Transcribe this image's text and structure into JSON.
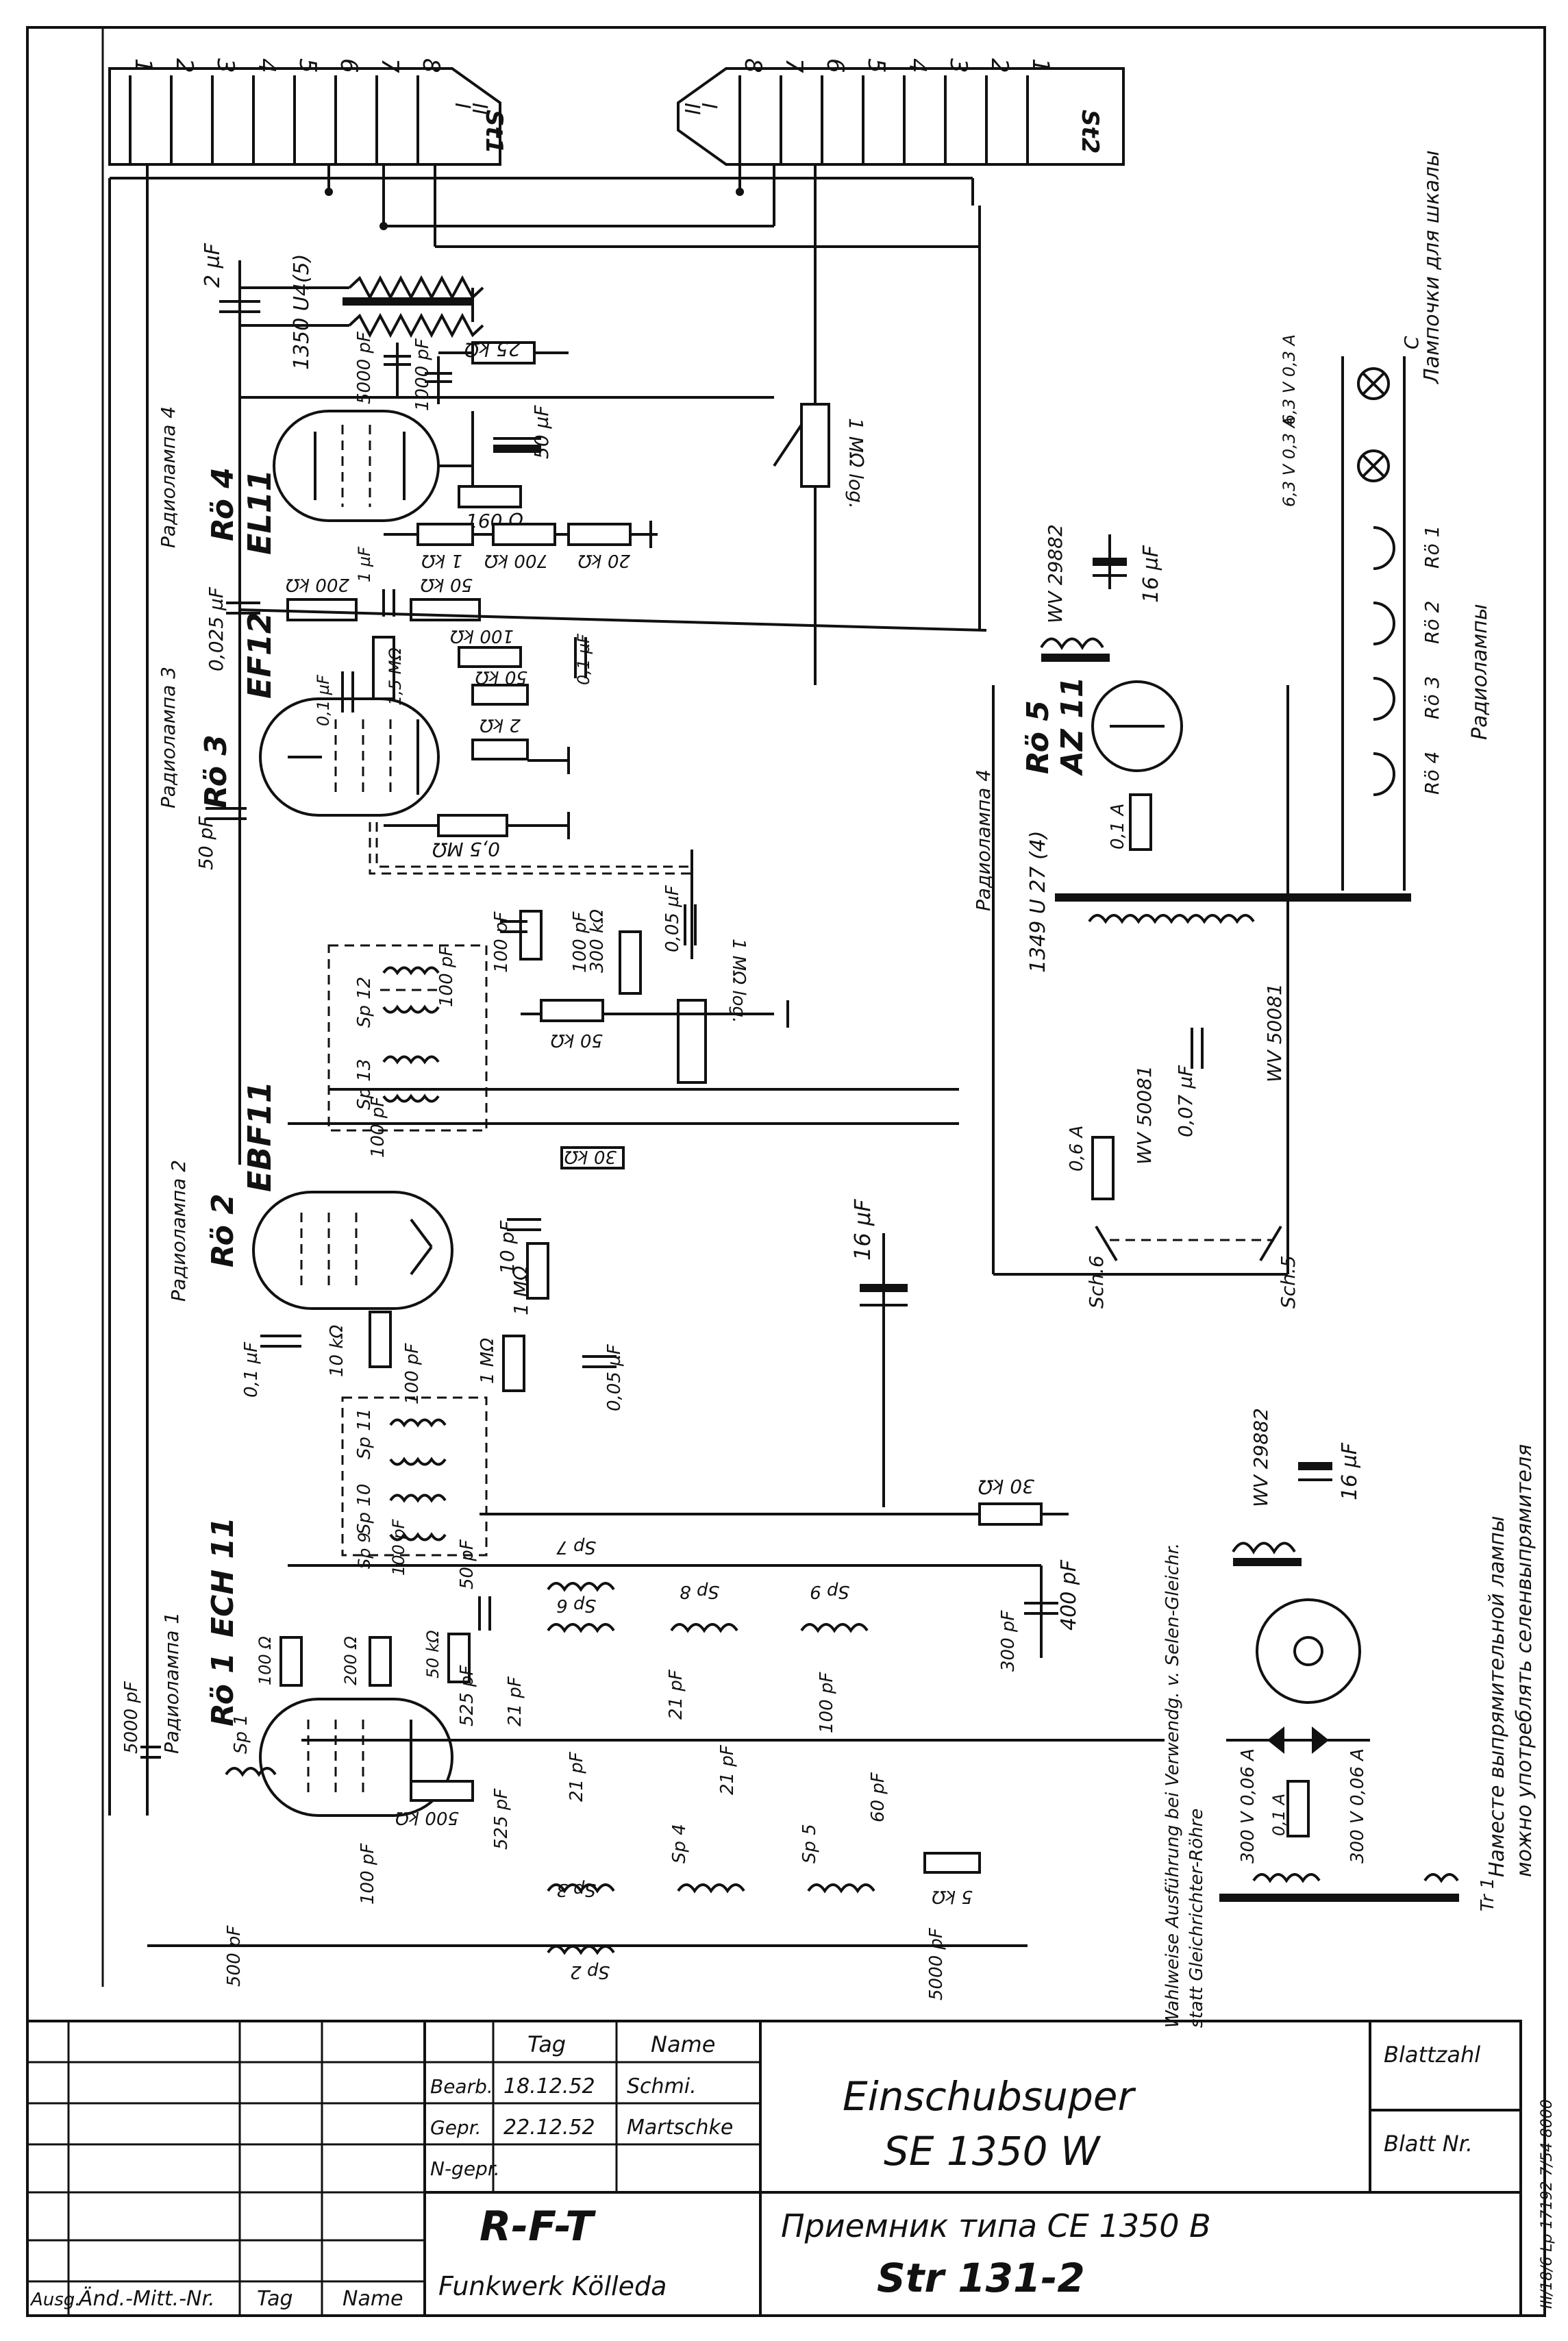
{
  "connectors": {
    "st1": {
      "name": "St1",
      "pins": [
        "1",
        "2",
        "3",
        "4",
        "5",
        "6",
        "7",
        "8"
      ],
      "groups": [
        "I",
        "II"
      ]
    },
    "st2": {
      "name": "St2",
      "pins": [
        "8",
        "7",
        "6",
        "5",
        "4",
        "3",
        "2",
        "1"
      ],
      "groups": [
        "II",
        "I"
      ]
    }
  },
  "tubes": {
    "ro4": {
      "ref": "Rö 4",
      "type": "EL11",
      "role": "Радиолампа 4"
    },
    "ro3": {
      "ref": "Rö 3",
      "type": "EF12",
      "role": "Радиолампа 3"
    },
    "ro2": {
      "ref": "Rö 2",
      "type": "EBF11",
      "role": "Радиолампа 2"
    },
    "ro1": {
      "ref": "Rö 1",
      "type": "ECH 11",
      "role": "Радиолампа 1"
    },
    "ro5": {
      "ref": "Rö 5",
      "type": "AZ 11",
      "role": "Радиолампа 4"
    }
  },
  "components": {
    "output_transformer": "1350 U4(5)",
    "c_2uF": "2 µF",
    "c_5000pF_a": "5000 pF",
    "c_1000pF_a": "1000 pF",
    "r_25k": "25 kΩ",
    "pot_1M_log": "1 MΩ log.",
    "c_50uF": "50 µF",
    "r_160": "160 Ω",
    "r_1k": "1 kΩ",
    "r_700k": "700 kΩ",
    "r_20k": "20 kΩ",
    "c_0025uF": "0,025 µF",
    "r_200k": "200 kΩ",
    "c_1uF": "1 µF",
    "r_50k_a": "50 kΩ",
    "r_15M": "1,5 MΩ",
    "c_01uF_a": "0,1 µF",
    "r_100k": "100 kΩ",
    "c_01uF_b": "0,1 µF",
    "r_50k_b": "50 kΩ",
    "r_2k": "2 kΩ",
    "c_50pF": "50 pF",
    "r_05M": "0,5 MΩ",
    "c_005uF_a": "0,05 µF",
    "pot_1M_log_b": "1 MΩ log.",
    "c_100pF_a": "100 pF",
    "c_100pF_b": "100 pF",
    "c_100pF_c": "100 pF",
    "r_300k": "300 kΩ",
    "r_50k_c": "50 kΩ",
    "sp12": "Sp 12",
    "sp13": "Sp 13",
    "c_100pF_d": "100 pF",
    "r_30k_a": "30 kΩ",
    "c_10pF": "10 pF",
    "r_1M_a": "1 MΩ",
    "c_16uF_a": "16 µF",
    "c_01uF_c": "0,1 µF",
    "r_10k": "10 kΩ",
    "r_1M_b": "1 MΩ",
    "c_005uF_b": "0,05 µF",
    "c_100pF_e": "100 pF",
    "sp11": "Sp 11",
    "sp10": "Sp 10",
    "sp9": "Sp 9",
    "c_100pF_f": "100 pF",
    "r_30k_b": "30 kΩ",
    "c_400pF": "400 pF",
    "sp7": "Sp 7",
    "sp6": "Sp 6",
    "sp8": "Sp 8",
    "sp9b": "Sp 9",
    "c_50pF_b": "50 pF",
    "r_100": "100 Ω",
    "r_200": "200 Ω",
    "r_50k_d": "50 kΩ",
    "c_525pF_a": "525 pF",
    "c_21pF_a": "21 pF",
    "c_21pF_b": "21 pF",
    "c_100pF_g": "100 pF",
    "c_300pF": "300 pF",
    "c_5000pF_b": "5000 pF",
    "c_100pF_h": "100 pF",
    "r_500k": "500 kΩ",
    "c_525pF_b": "525 pF",
    "c_21pF_c": "21 pF",
    "c_21pF_d": "21 pF",
    "c_60pF": "60 pF",
    "r_5k": "5 kΩ",
    "sp1": "Sp 1",
    "sp2": "Sp 2",
    "sp3": "Sp 3",
    "sp4": "Sp 4",
    "sp5": "Sp 5",
    "c_500pF": "500 pF",
    "c_5000pF_c": "5000 pF",
    "wv_a": "WV 29882",
    "c_16uF_b": "16 µF",
    "mains_transformer": "1349 U 27 (4)",
    "fuse_a": "0,1 A",
    "c_007uF": "0,07 µF",
    "wv_b": "WV 50081",
    "wv_c": "WV 50081",
    "fuse_b": "0,6 A",
    "sch6": "Sch.6",
    "sch5": "Sch.5",
    "wv_d": "WV 29882",
    "c_16uF_c": "16 µF",
    "sel_a": "300 V 0,06 A",
    "sel_b": "300 V 0,06 A",
    "fuse_c": "0,1 A",
    "tr1": "Tr 1",
    "lamp1": "6,3 V 0,3 A",
    "lamp2": "6,3 V 0,3 A",
    "lamp_c": "C"
  },
  "notes": {
    "lamps_ru": "Лампочки для шкалы",
    "heaters": [
      "Rö 1",
      "Rö 2",
      "Rö 3",
      "Rö 4"
    ],
    "heaters_ru": "Радиолампы",
    "selenium_de_1": "Wahlweise Ausführung bei Verwendg. v. Selen-Gleichr.",
    "selenium_de_2": "statt Gleichrichter-Röhre",
    "selenium_ru_1": "Наместе выпрямительной лампы",
    "selenium_ru_2": "можно употреблять селенвыпрямителя",
    "side": "III/18/6 Lp 17192 7/54 8000"
  },
  "titleblock": {
    "col_tag": "Tag",
    "col_name": "Name",
    "bearb": "Bearb.",
    "bearb_date": "18.12.52",
    "bearb_name": "Schmi.",
    "gepr": "Gepr.",
    "gepr_date": "22.12.52",
    "gepr_name": "Martschke",
    "ngepr": "N-gepr.",
    "company": "R-F-T",
    "factory": "Funkwerk Kölleda",
    "title_de_1": "Einschubsuper",
    "title_de_2": "SE 1350 W",
    "title_ru": "Приемник типа CE 1350 B",
    "drawing_no": "Str 131-2",
    "blattzahl": "Blattzahl",
    "blattnr": "Blatt Nr.",
    "rev_ausg": "Ausg.",
    "rev_and": "Änd.-Mitt.-Nr.",
    "rev_tag": "Tag",
    "rev_name": "Name"
  }
}
